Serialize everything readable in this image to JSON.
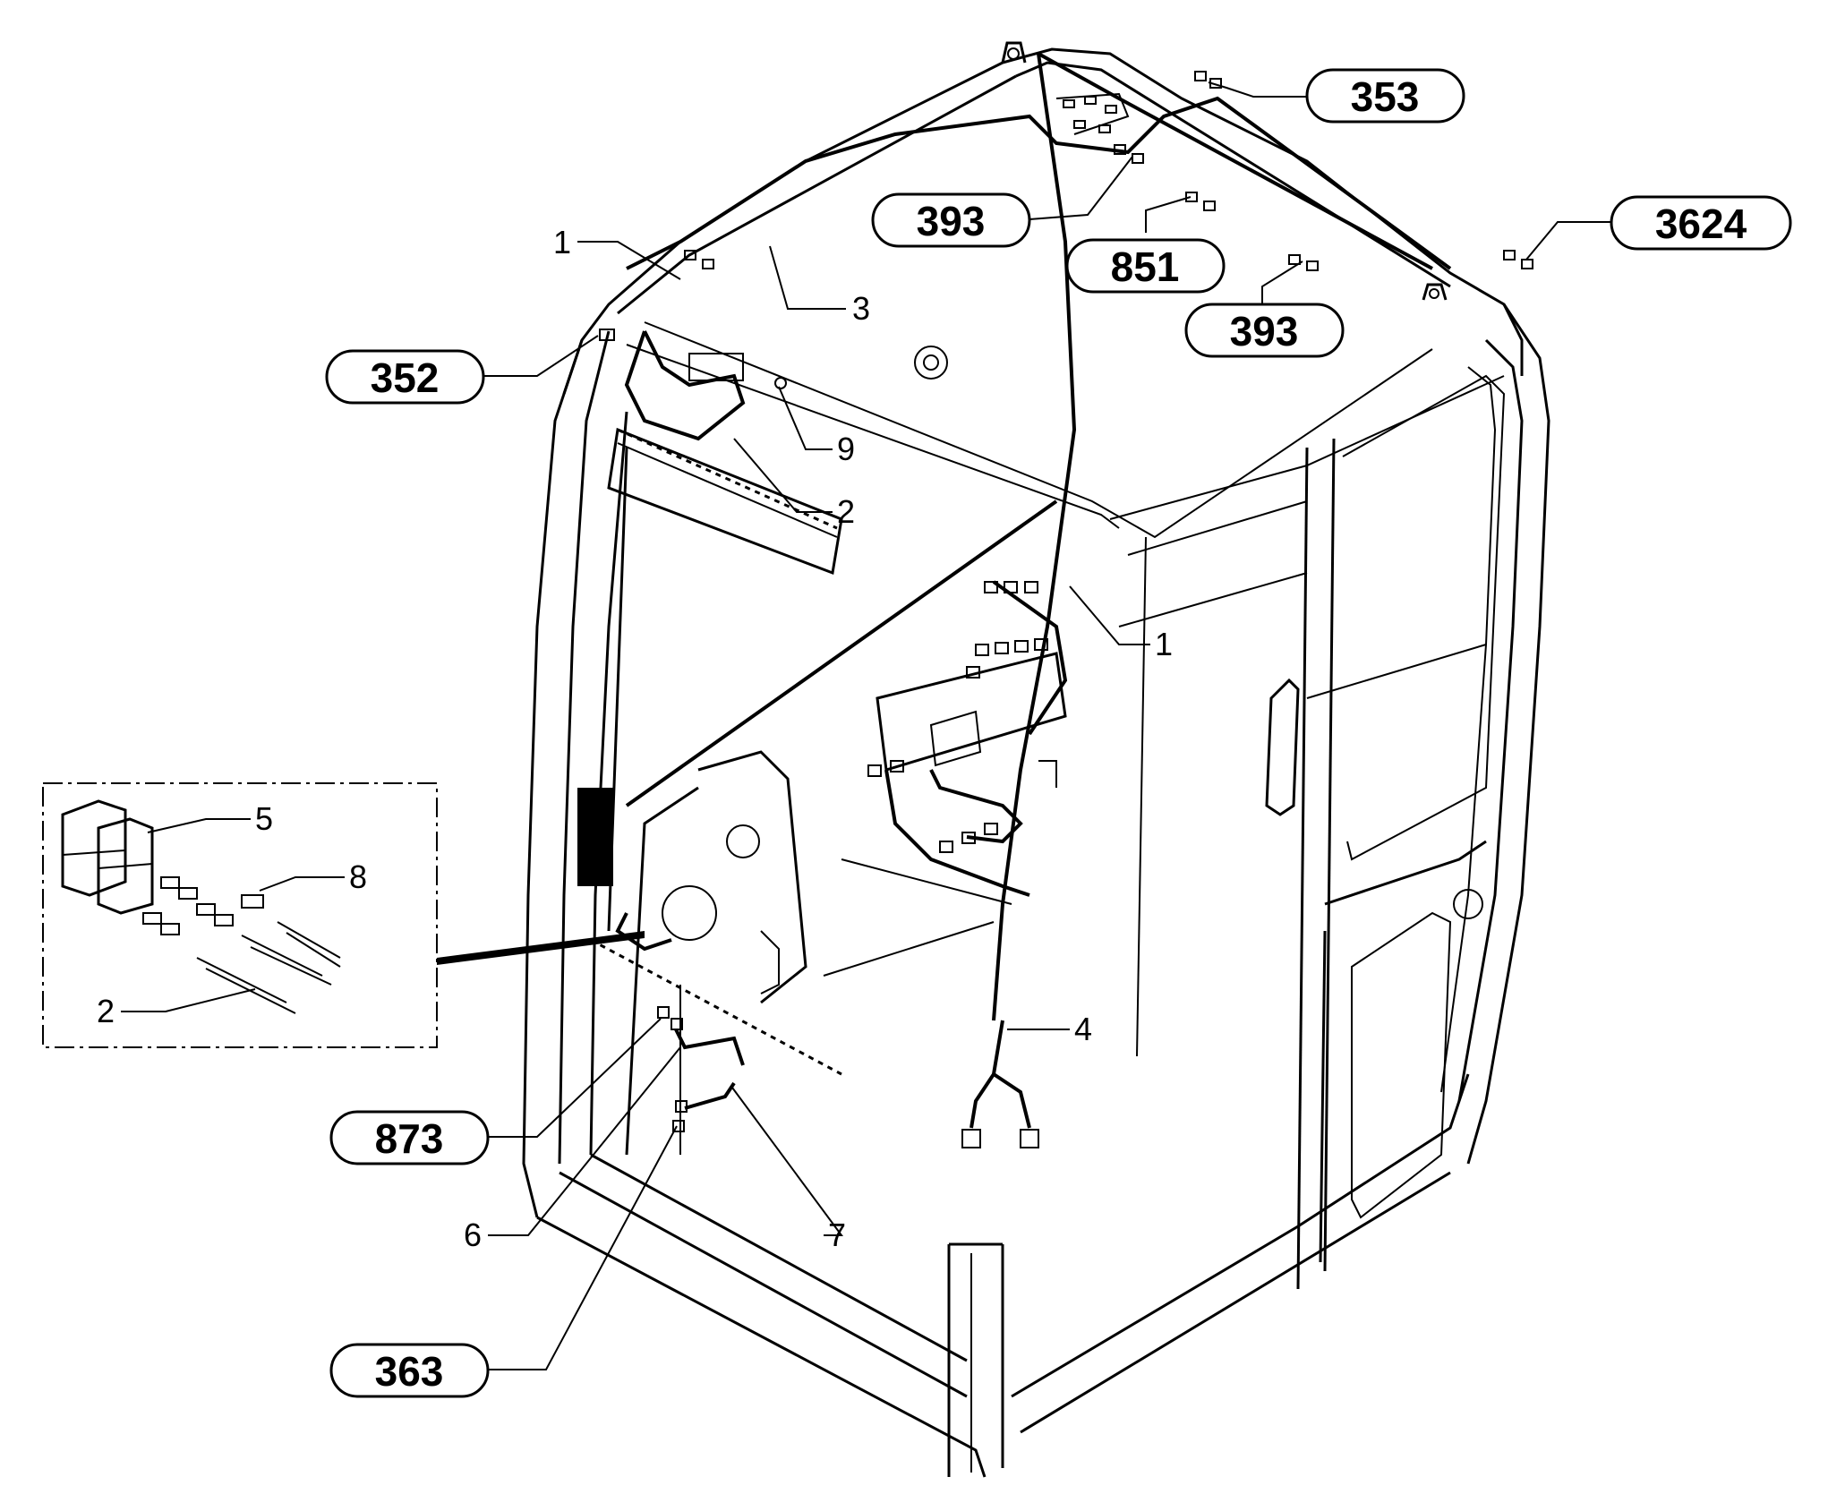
{
  "callouts": {
    "c353": "353",
    "c393a": "393",
    "c851": "851",
    "c3624": "3624",
    "c393b": "393",
    "c352": "352",
    "c873": "873",
    "c363": "363"
  },
  "item_numbers": {
    "n1_top": "1",
    "n3": "3",
    "n9": "9",
    "n2_top": "2",
    "n1_mid": "1",
    "n5": "5",
    "n8": "8",
    "n2_detail": "2",
    "n4": "4",
    "n6": "6",
    "n7": "7"
  }
}
